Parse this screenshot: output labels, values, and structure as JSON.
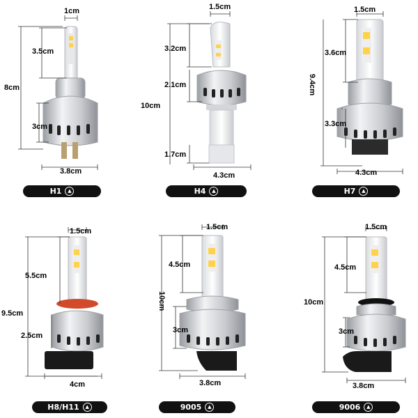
{
  "bulbs": [
    {
      "name": "H1",
      "dims": {
        "led_w": "1cm",
        "led_h": "3.5cm",
        "total_h": "8cm",
        "body_h": "3cm",
        "body_w": "3.8cm"
      }
    },
    {
      "name": "H4",
      "dims": {
        "led_w": "1.5cm",
        "led_h": "3.2cm",
        "neck_h": "2.1cm",
        "total_h": "10cm",
        "base_h": "1.7cm",
        "body_w": "4.3cm"
      }
    },
    {
      "name": "H7",
      "dims": {
        "led_w": "1.5cm",
        "led_h": "3.6cm",
        "total_h": "9.4cm",
        "body_h": "3.3cm",
        "body_w": "4.3cm"
      }
    },
    {
      "name": "H8/H11",
      "dims": {
        "led_w": "1.5cm",
        "led_h": "5.5cm",
        "total_h": "9.5cm",
        "body_h": "2.5cm",
        "body_w": "4cm"
      }
    },
    {
      "name": "9005",
      "dims": {
        "led_w": "1.5cm",
        "led_h": "4.5cm",
        "total_h": "10cm",
        "body_h": "3cm",
        "body_w": "3.8cm"
      }
    },
    {
      "name": "9006",
      "dims": {
        "led_w": "1.5cm",
        "led_h": "4.5cm",
        "total_h": "10cm",
        "body_h": "3cm",
        "body_w": "3.8cm"
      }
    }
  ],
  "icons": {
    "label_badge": "chevron-up-circle-icon"
  }
}
